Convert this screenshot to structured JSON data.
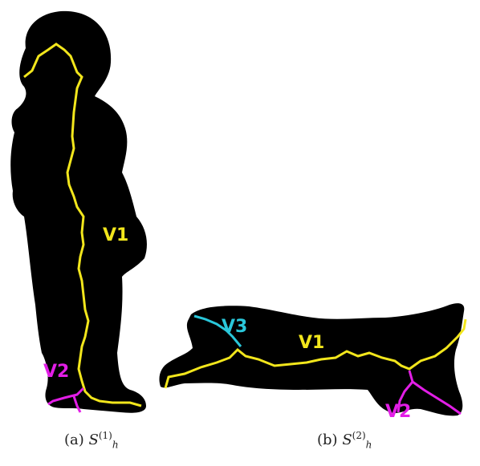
{
  "panels": [
    {
      "id": "a",
      "caption_prefix": "(a)",
      "caption_symbol": "S",
      "caption_sup": "(1)",
      "caption_sub": "h",
      "labels": [
        {
          "text": "V1",
          "color": "#f2e61c"
        },
        {
          "text": "V2",
          "color": "#e21ee6"
        }
      ]
    },
    {
      "id": "b",
      "caption_prefix": "(b)",
      "caption_symbol": "S",
      "caption_sup": "(2)",
      "caption_sub": "h",
      "labels": [
        {
          "text": "V1",
          "color": "#f2e61c"
        },
        {
          "text": "V2",
          "color": "#e21ee6"
        },
        {
          "text": "V3",
          "color": "#2ac7da"
        }
      ]
    }
  ],
  "colors": {
    "silhouette": "#000000",
    "v1_skeleton": "#f2e61c",
    "v2_skeleton": "#e21ee6",
    "v3_skeleton": "#2ac7da"
  }
}
